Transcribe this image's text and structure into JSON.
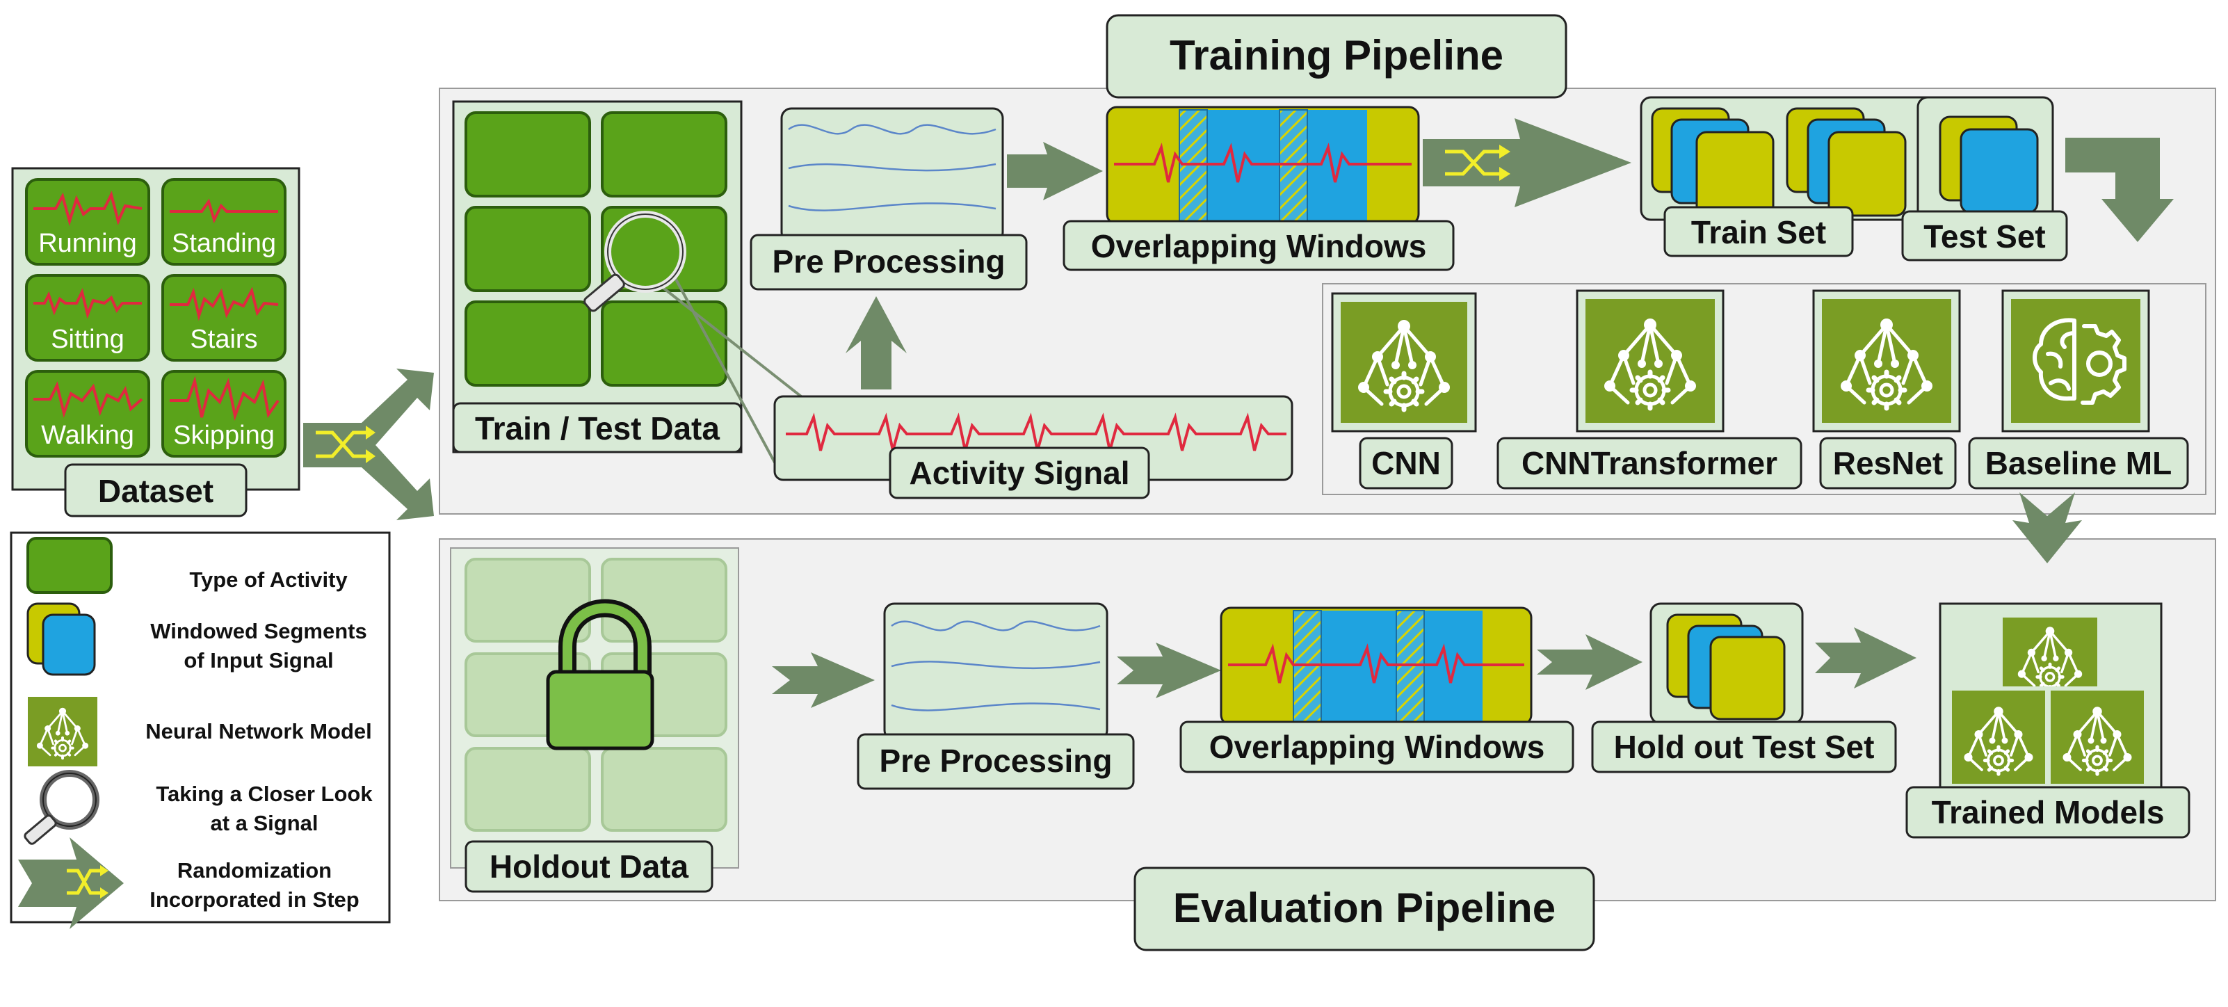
{
  "diagram": {
    "training_title": "Training Pipeline",
    "evaluation_title": "Evaluation Pipeline",
    "dataset": {
      "label": "Dataset",
      "activities": [
        "Running",
        "Standing",
        "Sitting",
        "Stairs",
        "Walking",
        "Skipping"
      ]
    },
    "training": {
      "train_test_data": "Train / Test Data",
      "pre_processing": "Pre Processing",
      "overlapping_windows": "Overlapping Windows",
      "activity_signal": "Activity Signal",
      "train_set": "Train Set",
      "test_set": "Test Set",
      "models": [
        "CNN",
        "CNNTransformer",
        "ResNet",
        "Baseline ML"
      ]
    },
    "evaluation": {
      "holdout_data": "Holdout Data",
      "pre_processing": "Pre Processing",
      "overlapping_windows": "Overlapping Windows",
      "hold_out_test_set": "Hold out Test Set",
      "trained_models": "Trained Models"
    },
    "legend": [
      {
        "icon": "activity-tile-icon",
        "lines": [
          "Type of Activity"
        ]
      },
      {
        "icon": "windowed-segments-icon",
        "lines": [
          "Windowed Segments",
          "of Input Signal"
        ]
      },
      {
        "icon": "neural-network-icon",
        "lines": [
          "Neural Network Model"
        ]
      },
      {
        "icon": "magnifier-icon",
        "lines": [
          "Taking a Closer Look",
          "at a Signal"
        ]
      },
      {
        "icon": "shuffle-arrow-icon",
        "lines": [
          "Randomization",
          "Incorporated in Step"
        ]
      }
    ],
    "colors": {
      "label_fill": "#d8ead6",
      "panel_fill": "#f1f1f1",
      "activity_green": "#5aa31a",
      "model_olive": "#7a9d24",
      "arrow_green": "#6f8a67",
      "segment_yellow": "#c8c900",
      "segment_blue": "#1fa3e0",
      "signal_red": "#e0293f",
      "shuffle_yellow": "#f2ee2a"
    }
  }
}
